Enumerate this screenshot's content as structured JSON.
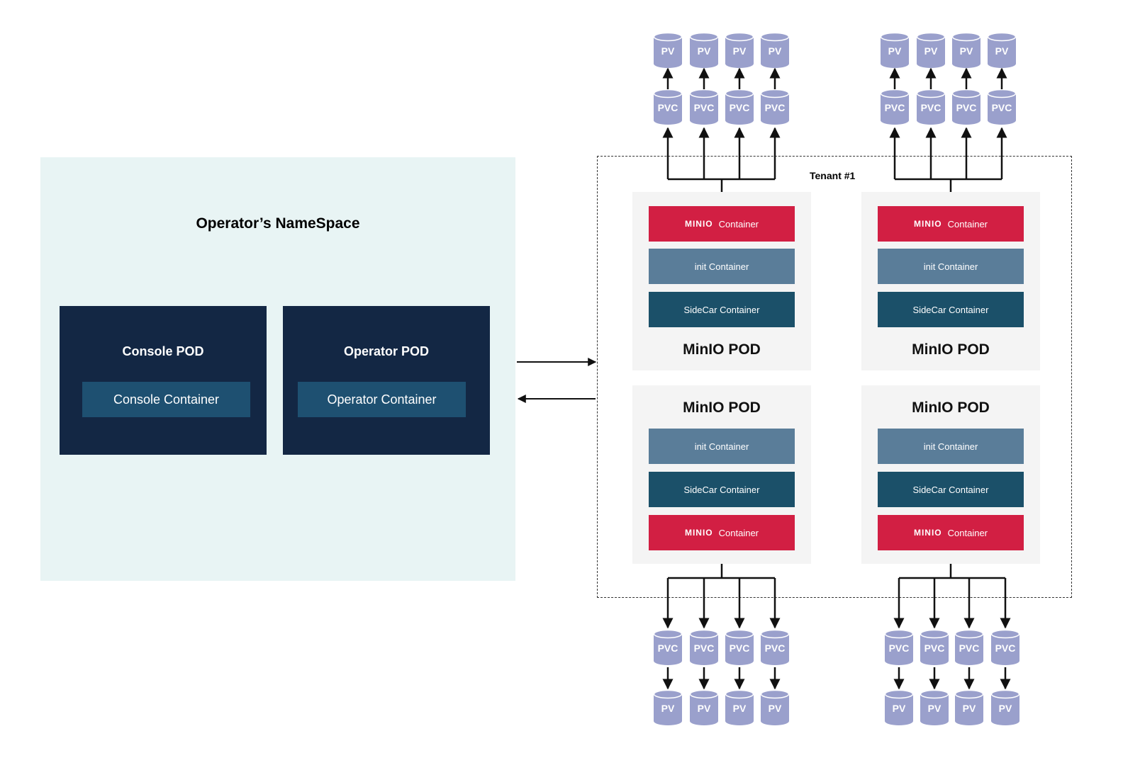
{
  "namespace": {
    "title": "Operator’s NameSpace",
    "console_pod": {
      "title": "Console POD",
      "container": "Console Container"
    },
    "operator_pod": {
      "title": "Operator POD",
      "container": "Operator Container"
    }
  },
  "tenant": {
    "label": "Tenant #1",
    "pod_title": "MinIO POD",
    "minio_logo": "MINIO",
    "minio_container": "Container",
    "init_container": "init Container",
    "sidecar_container": "SideCar Container"
  },
  "storage": {
    "pvc_label": "PVC",
    "pv_label": "PV"
  },
  "colors": {
    "namespace_bg": "#e8f4f4",
    "pod_dark": "#132744",
    "minio_red": "#d21f43",
    "init_blue": "#5a7d99",
    "sidecar_teal": "#1b5069",
    "cylinder": "#9aa0cc"
  }
}
